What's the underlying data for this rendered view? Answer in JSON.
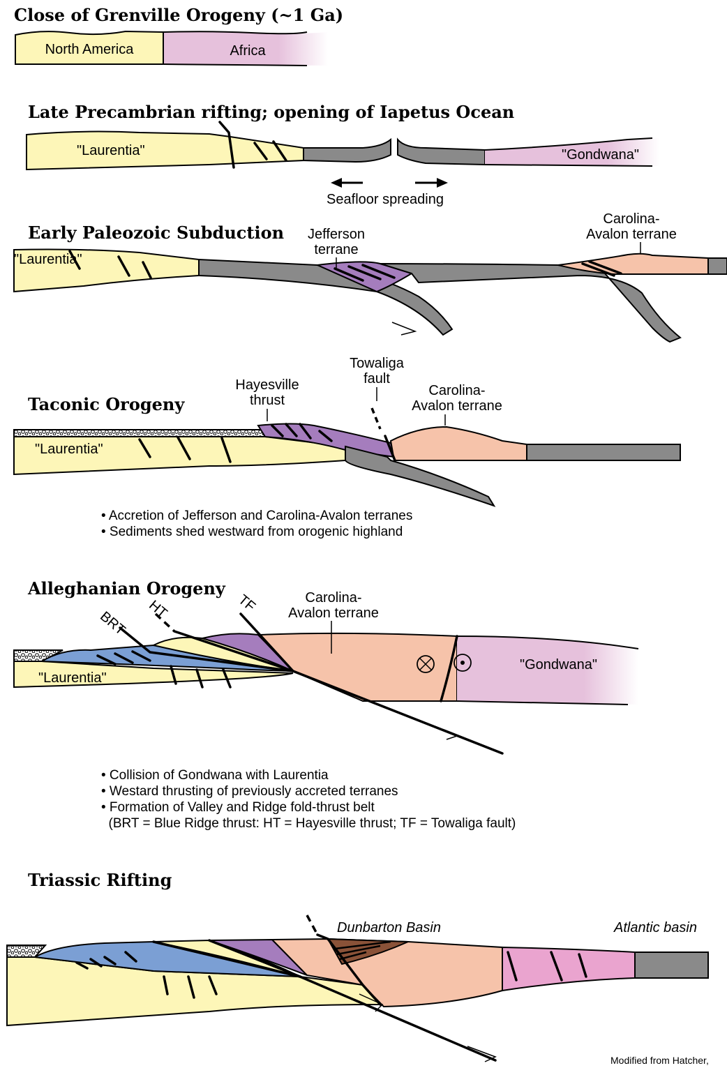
{
  "panels": [
    {
      "title": "Close of Grenville Orogeny (~1 Ga)",
      "labels": [
        "North America",
        "Africa"
      ]
    },
    {
      "title": "Late Precambrian rifting; opening of Iapetus Ocean",
      "labels": [
        "\"Laurentia\"",
        "\"Gondwana\"",
        "Seafloor spreading"
      ]
    },
    {
      "title": "Early Paleozoic Subduction",
      "labels": [
        "\"Laurentia\"",
        "Jefferson",
        "terrane",
        "Carolina-",
        "Avalon terrane"
      ]
    },
    {
      "title": "Taconic Orogeny",
      "labels": [
        "\"Laurentia\"",
        "Hayesville",
        "thrust",
        "Towaliga",
        "fault",
        "Carolina-",
        "Avalon terrane"
      ],
      "notes": [
        "• Accretion of Jefferson and Carolina-Avalon terranes",
        "• Sediments shed westward from orogenic highland"
      ]
    },
    {
      "title": "Alleghanian Orogeny",
      "labels": [
        "BRT",
        "HT",
        "TF",
        "Carolina-",
        "Avalon terrane",
        "\"Laurentia\"",
        "\"Gondwana\""
      ],
      "notes": [
        "• Collision of Gondwana with Laurentia",
        "• Westard thrusting of previously accreted terranes",
        "• Formation of Valley and Ridge fold-thrust belt",
        "  (BRT = Blue Ridge thrust: HT = Hayesville thrust; TF = Towaliga fault)"
      ]
    },
    {
      "title": "Triassic Rifting",
      "labels": [
        "Dunbarton Basin",
        "Atlantic basin"
      ]
    }
  ],
  "credit": "Modified from Hatcher,",
  "colors": {
    "laurentia": "#fdf6b8",
    "africa_gondwana": "#e6c1dc",
    "oceanic_crust": "#8a8a8a",
    "jefferson": "#a57dbd",
    "carolina_avalon": "#f6c3aa",
    "blue_ridge": "#7b9fd4",
    "dunbarton": "#8a5238",
    "triassic_pink": "#eaa4cf"
  }
}
